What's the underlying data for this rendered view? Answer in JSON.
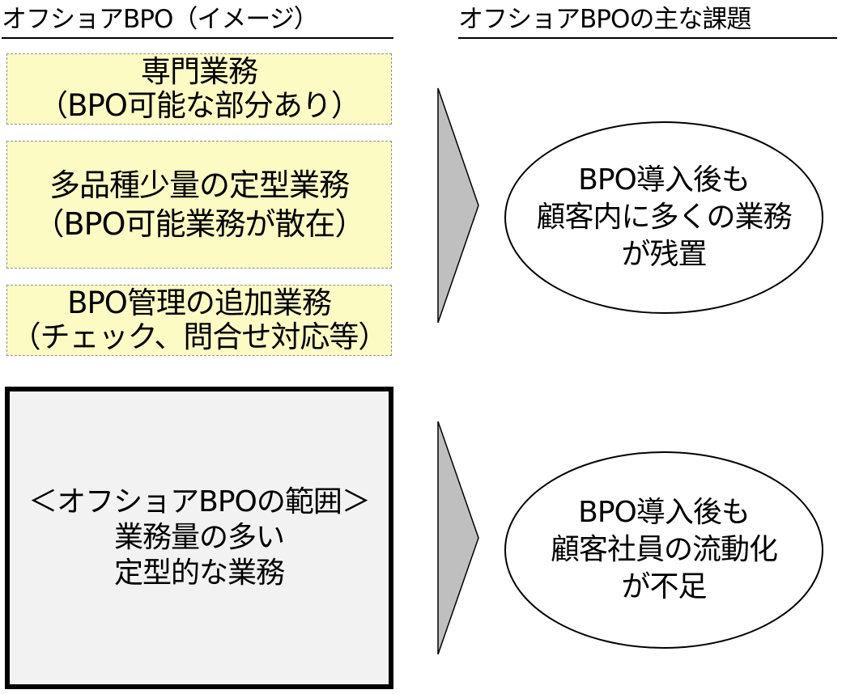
{
  "headings": {
    "left": "オフショアBPO（イメージ）",
    "right": "オフショアBPOの主な課題"
  },
  "task_boxes": {
    "specialized": [
      "専門業務",
      "（BPO可能な部分あり）"
    ],
    "small_lot": [
      "多品種少量の定型業務",
      "（BPO可能業務が散在）"
    ],
    "management": [
      "BPO管理の追加業務",
      "（チェック、問合せ対応等）"
    ]
  },
  "scope_box": {
    "lines": [
      "＜オフショアBPOの範囲＞",
      "業務量の多い",
      "定型的な業務"
    ]
  },
  "issues": {
    "top": [
      "BPO導入後も",
      "顧客内に多くの業務",
      "が残置"
    ],
    "bottom": [
      "BPO導入後も",
      "顧客社員の流動化",
      "が不足"
    ]
  },
  "colors": {
    "task_box_fill": "#fdfbc4",
    "task_box_border": "#8f8f8f",
    "scope_box_fill": "#f2f2f2",
    "arrow_fill": "#bfbfbf",
    "ellipse_fill": "#ffffff",
    "outline": "#000000"
  },
  "icons": {
    "arrow": "chevron-right-arrow"
  }
}
